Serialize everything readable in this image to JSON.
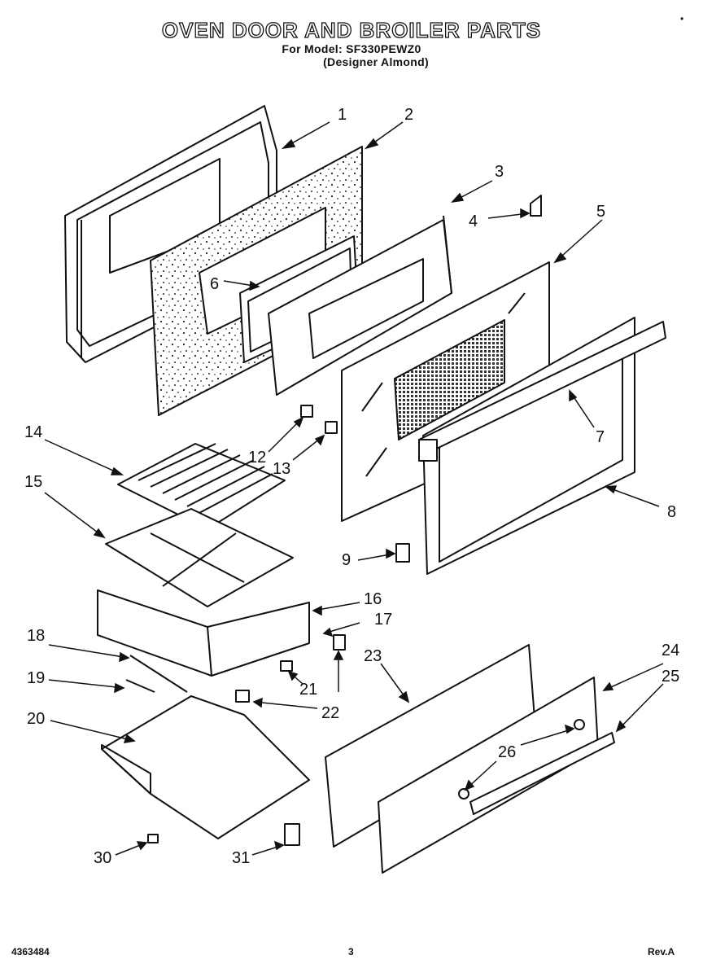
{
  "header": {
    "title": "OVEN DOOR AND BROILER PARTS",
    "model_line": "For Model: SF330PEWZ0",
    "color_line": "(Designer Almond)"
  },
  "footer": {
    "doc_number": "4363484",
    "page_number": "3",
    "revision": "Rev.A"
  },
  "callouts": [
    "1",
    "2",
    "3",
    "4",
    "5",
    "6",
    "7",
    "8",
    "9",
    "12",
    "13",
    "14",
    "15",
    "16",
    "17",
    "18",
    "19",
    "20",
    "21",
    "22",
    "23",
    "24",
    "25",
    "26",
    "30",
    "31"
  ]
}
